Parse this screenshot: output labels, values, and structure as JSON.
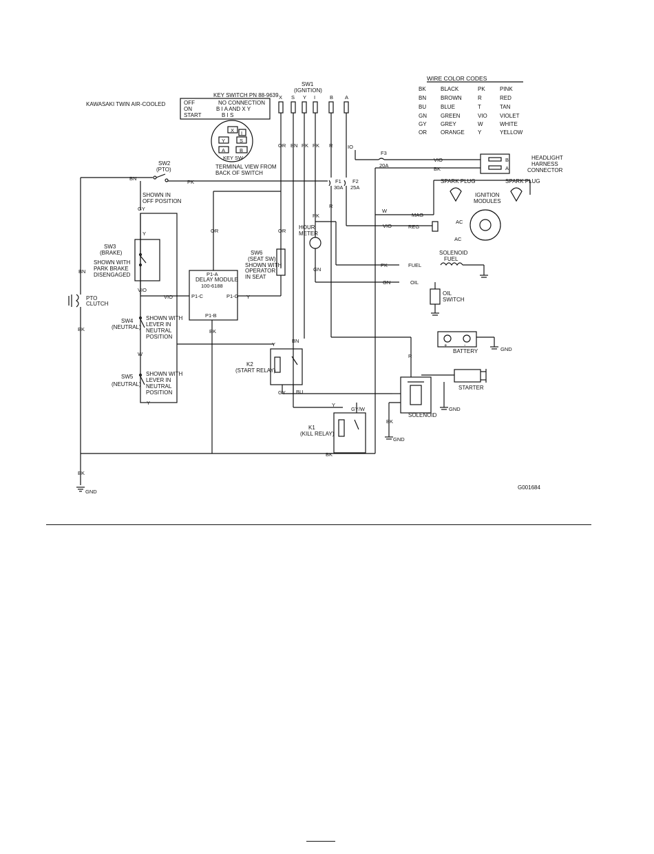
{
  "key_switch": {
    "engine": "KAWASAKI TWIN AIR-COOLED",
    "title": "KEY SWITCH PN 88-9639",
    "rows": [
      {
        "pos": "OFF",
        "conn": "NO CONNECTION"
      },
      {
        "pos": "ON",
        "conn": "B I A    AND   X Y"
      },
      {
        "pos": "START",
        "conn": "B I S"
      }
    ],
    "terminals": [
      "X",
      "I",
      "Y",
      "S",
      "A",
      "B"
    ],
    "key_label": "KEY SW",
    "view_note_1": "TERMINAL VIEW FROM",
    "view_note_2": "BACK OF SWITCH"
  },
  "sw1": {
    "name": "SW1",
    "sub": "(IGNITION)",
    "pins": [
      "X",
      "S",
      "Y",
      "I",
      "B",
      "A"
    ]
  },
  "wire_codes": {
    "title": "WIRE COLOR CODES",
    "left": [
      {
        "code": "BK",
        "name": "BLACK"
      },
      {
        "code": "BN",
        "name": "BROWN"
      },
      {
        "code": "BU",
        "name": "BLUE"
      },
      {
        "code": "GN",
        "name": "GREEN"
      },
      {
        "code": "GY",
        "name": "GREY"
      },
      {
        "code": "OR",
        "name": "ORANGE"
      }
    ],
    "right": [
      {
        "code": "PK",
        "name": "PINK"
      },
      {
        "code": "R",
        "name": "RED"
      },
      {
        "code": "T",
        "name": "TAN"
      },
      {
        "code": "VIO",
        "name": "VIOLET"
      },
      {
        "code": "W",
        "name": "WHITE"
      },
      {
        "code": "Y",
        "name": "YELLOW"
      }
    ]
  },
  "headlight": {
    "line1": "HEADLIGHT",
    "line2": "HARNESS",
    "line3": "CONNECTOR",
    "pin_b": "B",
    "pin_a": "A"
  },
  "fuses": {
    "f3": "F3",
    "f3_amp": "20A",
    "f1": "F1",
    "f1_amp": "30A",
    "f2": "F2",
    "f2_amp": "25A"
  },
  "sw2": {
    "name": "SW2",
    "sub": "(PTO)",
    "note_1": "SHOWN IN",
    "note_2": "OFF POSITION"
  },
  "sw3": {
    "name": "SW3",
    "sub": "(BRAKE)",
    "note_1": "SHOWN WITH",
    "note_2": "PARK BRAKE",
    "note_3": "DISENGAGED"
  },
  "sw4": {
    "name": "SW4",
    "sub": "(NEUTRAL)",
    "note_1": "SHOWN WITH",
    "note_2": "LEVER IN",
    "note_3": "NEUTRAL",
    "note_4": "POSITION"
  },
  "sw5": {
    "name": "SW5",
    "sub": "(NEUTRAL)",
    "note_1": "SHOWN WITH",
    "note_2": "LEVER IN",
    "note_3": "NEUTRAL",
    "note_4": "POSITION"
  },
  "sw6": {
    "name": "SW6",
    "sub": "(SEAT SW)",
    "note_1": "SHOWN WITH",
    "note_2": "OPERATOR",
    "note_3": "IN SEAT"
  },
  "delay_module": {
    "top": "P1-A",
    "name": "DELAY MODULE",
    "pn": "100-6188",
    "left": "P1-C",
    "right": "P1-G",
    "bottom": "P1-B"
  },
  "pto_clutch": {
    "l1": "PTO",
    "l2": "CLUTCH"
  },
  "hour_meter": {
    "l1": "HOUR",
    "l2": "METER"
  },
  "k2": {
    "name": "K2",
    "sub": "(START RELAY)"
  },
  "k1": {
    "name": "K1",
    "sub": "(KILL RELAY)"
  },
  "engine": {
    "spark_plug_left": "SPARK PLUG",
    "spark_plug_right": "SPARK PLUG",
    "ign_1": "IGNITION",
    "ign_2": "MODULES",
    "ac1": "AC",
    "ac2": "AC",
    "mag": "MAG",
    "reg": "REG",
    "fuel": "FUEL",
    "oil": "OIL",
    "sol_1": "SOLENOID",
    "sol_2": "FUEL",
    "oil_sw_1": "OIL",
    "oil_sw_2": "SWITCH"
  },
  "battery": {
    "label": "BATTERY",
    "plus": "+",
    "minus": "-"
  },
  "starter": {
    "label": "STARTER"
  },
  "solenoid": {
    "label": "SOLENOID"
  },
  "gnd": "GND",
  "figure_id": "G001684",
  "wires": {
    "bk": "BK",
    "bn": "BN",
    "pk": "PK",
    "or": "OR",
    "gy": "GY",
    "vio": "VIO",
    "w": "W",
    "y": "Y",
    "gn": "GN",
    "r": "R",
    "io": "IO",
    "bu": "BU",
    "gyw": "GY/W"
  }
}
